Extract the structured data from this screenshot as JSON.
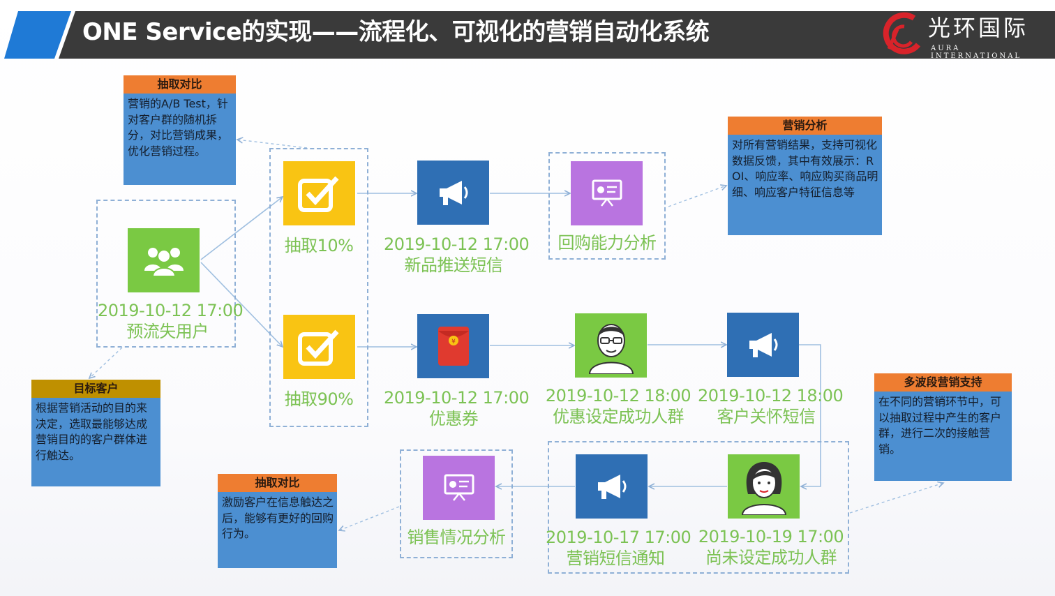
{
  "title": "ONE Service的实现——流程化、可视化的营销自动化系统",
  "logo": {
    "cn": "光环国际",
    "en": "AURA INTERNATIONAL"
  },
  "colors": {
    "header": "#3a3a3a",
    "accent_blue": "#1f7ad6",
    "tile_yellow": "#f9c413",
    "tile_blue": "#2f6fb4",
    "tile_purple": "#b974e0",
    "tile_green": "#7ac943",
    "label_green": "#7cc254",
    "note_blue": "#4c8fd1",
    "note_orange": "#ee7d31",
    "note_gold": "#bf9000",
    "connector": "#8fb0d6"
  },
  "nodes": {
    "start": {
      "icon": "users-group-icon",
      "line1": "2019-10-12 17:00",
      "line2": "预流失用户"
    },
    "extract10": {
      "icon": "checkbox-check-icon",
      "line1": "抽取10%"
    },
    "extract90": {
      "icon": "checkbox-check-icon",
      "line1": "抽取90%"
    },
    "newsms": {
      "icon": "megaphone-icon",
      "line1": "2019-10-12 17:00",
      "line2": "新品推送短信"
    },
    "repurchase": {
      "icon": "presentation-board-icon",
      "line1": "回购能力分析"
    },
    "coupon": {
      "icon": "red-envelope-icon",
      "line1": "2019-10-12 17:00",
      "line2": "优惠券"
    },
    "success_group": {
      "icon": "man-with-glasses-icon",
      "line1": "2019-10-12 18:00",
      "line2": "优惠设定成功人群"
    },
    "care_sms": {
      "icon": "megaphone-icon",
      "line1": "2019-10-12 18:00",
      "line2": "客户关怀短信"
    },
    "not_success": {
      "icon": "woman-avatar-icon",
      "line1": "2019-10-19 17:00",
      "line2": "尚未设定成功人群"
    },
    "marketing_sms": {
      "icon": "megaphone-icon",
      "line1": "2019-10-17 17:00",
      "line2": "营销短信通知"
    },
    "sales_analysis": {
      "icon": "presentation-board-icon",
      "line1": "销售情况分析"
    }
  },
  "notes": {
    "ab_test": {
      "title": "抽取对比",
      "text": "营销的A/B Test，针对客户群的随机拆分，对比营销成果，优化营销过程。"
    },
    "target": {
      "title": "目标客户",
      "text": "根据营销活动的目的来决定，选取最能够达成营销目的的客户群体进行触达。"
    },
    "analysis": {
      "title": "营销分析",
      "text": "对所有营销结果，支持可视化数据反馈，其中有效展示：ROI、响应率、响应购买商品明细、响应客户特征信息等"
    },
    "multi_wave": {
      "title": "多波段营销支持",
      "text": "在不同的营销环节中，可以抽取过程中产生的客户群，进行二次的接触营销。"
    },
    "incentive": {
      "title": "抽取对比",
      "text": "激励客户在信息触达之后，能够有更好的回购行为。"
    }
  }
}
